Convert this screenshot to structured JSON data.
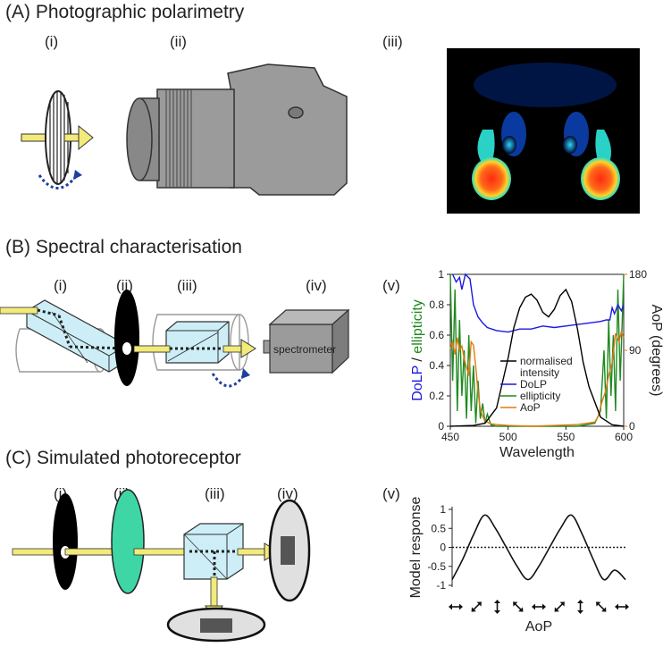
{
  "panels": {
    "A": {
      "title": "(A) Photographic polarimetry",
      "labels": [
        "(i)",
        "(ii)",
        "(iii)"
      ]
    },
    "B": {
      "title": "(B) Spectral characterisation",
      "labels": [
        "(i)",
        "(ii)",
        "(iii)",
        "(iv)",
        "(v)"
      ],
      "spectrometer_label": "spectrometer"
    },
    "C": {
      "title": "(C) Simulated photoreceptor",
      "labels": [
        "(i)",
        "(ii)",
        "(iii)",
        "(iv)",
        "(v)"
      ]
    }
  },
  "colors": {
    "arrow_fill": "#f2ea7a",
    "arrow_edge": "#333333",
    "rotation_arrow": "#1f3f9a",
    "camera": "#9b9b9b",
    "prism": "#cdeef7",
    "filter": "#3fd6a6",
    "dolp": "#1a1adf",
    "ellipticity": "#1f8a1f",
    "aop": "#e07a10",
    "intensity": "#000000"
  },
  "chart_data": [
    {
      "type": "line",
      "panel": "(v)",
      "xlabel": "Wavelength",
      "ylabel_left_parts": [
        "DoLP",
        " / ",
        "ellipticity"
      ],
      "ylabel_right": "AoP (degrees)",
      "xlim": [
        450,
        600
      ],
      "ylim_left": [
        0,
        1
      ],
      "ylim_right": [
        0,
        180
      ],
      "x_ticks": [
        "450",
        "500",
        "550",
        "600"
      ],
      "y_ticks_left": [
        "0",
        "0.2",
        "0.4",
        "0.6",
        "0.8",
        "1"
      ],
      "y_ticks_right": [
        "0",
        "90",
        "180"
      ],
      "legend": [
        "normalised intensity",
        "DoLP",
        "ellipticity",
        "AoP"
      ],
      "legend_lines": [
        "normalised",
        "intensity",
        "DoLP",
        "ellipticity",
        "AoP"
      ],
      "series": [
        {
          "name": "normalised intensity",
          "x": [
            450,
            470,
            480,
            490,
            500,
            505,
            510,
            515,
            520,
            525,
            530,
            535,
            540,
            545,
            550,
            555,
            560,
            565,
            570,
            580,
            590,
            600
          ],
          "values": [
            0,
            0.005,
            0.02,
            0.12,
            0.45,
            0.65,
            0.78,
            0.85,
            0.87,
            0.83,
            0.75,
            0.72,
            0.77,
            0.86,
            0.9,
            0.82,
            0.64,
            0.42,
            0.26,
            0.06,
            0.01,
            0.0
          ]
        },
        {
          "name": "DoLP",
          "x": [
            452,
            455,
            458,
            460,
            463,
            467,
            470,
            474,
            478,
            482,
            490,
            500,
            510,
            520,
            530,
            540,
            550,
            560,
            570,
            580,
            585,
            588,
            590,
            592,
            595,
            598,
            600
          ],
          "values": [
            1.0,
            0.95,
            0.98,
            0.9,
            1.0,
            0.97,
            0.8,
            0.72,
            0.68,
            0.65,
            0.63,
            0.62,
            0.64,
            0.64,
            0.66,
            0.65,
            0.66,
            0.67,
            0.68,
            0.69,
            0.7,
            0.7,
            0.78,
            0.74,
            0.8,
            0.76,
            0.8
          ]
        },
        {
          "name": "ellipticity",
          "x": [
            450,
            452,
            454,
            456,
            458,
            460,
            462,
            464,
            466,
            468,
            470,
            472,
            474,
            476,
            478,
            480,
            482,
            485,
            490,
            500,
            520,
            540,
            560,
            575,
            580,
            583,
            585,
            587,
            589,
            591,
            593,
            595,
            597,
            599,
            600
          ],
          "values": [
            1.0,
            0.3,
            0.9,
            0.1,
            0.7,
            0.2,
            0.5,
            0.05,
            0.6,
            0.1,
            0.4,
            0.02,
            0.3,
            0.05,
            0.15,
            0.02,
            0.08,
            0.01,
            0.0,
            0.0,
            0.0,
            0.0,
            0.0,
            0.02,
            0.1,
            0.5,
            0.05,
            0.7,
            0.2,
            0.6,
            0.1,
            0.9,
            0.3,
            0.75,
            1.0
          ]
        },
        {
          "name": "AoP",
          "x": [
            450,
            452,
            454,
            456,
            458,
            460,
            462,
            464,
            466,
            468,
            470,
            472,
            474,
            476,
            478,
            480,
            485,
            490,
            500,
            520,
            540,
            560,
            575,
            578,
            581,
            584,
            587,
            590,
            593,
            596,
            598,
            600
          ],
          "values": [
            92,
            100,
            85,
            105,
            90,
            95,
            80,
            70,
            60,
            100,
            96,
            70,
            40,
            20,
            12,
            6,
            3,
            2,
            1,
            0,
            1,
            2,
            5,
            12,
            28,
            40,
            60,
            75,
            110,
            100,
            112,
            105
          ]
        }
      ]
    },
    {
      "type": "line",
      "panel": "(v)",
      "xlabel": "AoP",
      "ylabel": "Model response",
      "ylim": [
        -1,
        1
      ],
      "y_ticks": [
        "1",
        "0.5",
        "0",
        "-0.5",
        "-1"
      ],
      "x_ticks_arrow_angles_deg": [
        0,
        45,
        90,
        135,
        0,
        45,
        90,
        135,
        0
      ],
      "series": [
        {
          "x": [
            0,
            22.5,
            45,
            67.5,
            90,
            112.5,
            135,
            157.5,
            180,
            202.5,
            225,
            247.5,
            270,
            292.5,
            315,
            337.5,
            360
          ],
          "values": [
            -0.85,
            -0.3,
            0.35,
            0.85,
            0.5,
            0.0,
            -0.5,
            -0.85,
            -0.5,
            0.0,
            0.5,
            0.85,
            0.35,
            -0.3,
            -0.85,
            -0.6,
            -0.85
          ]
        }
      ],
      "reference_line_y": 0
    }
  ]
}
